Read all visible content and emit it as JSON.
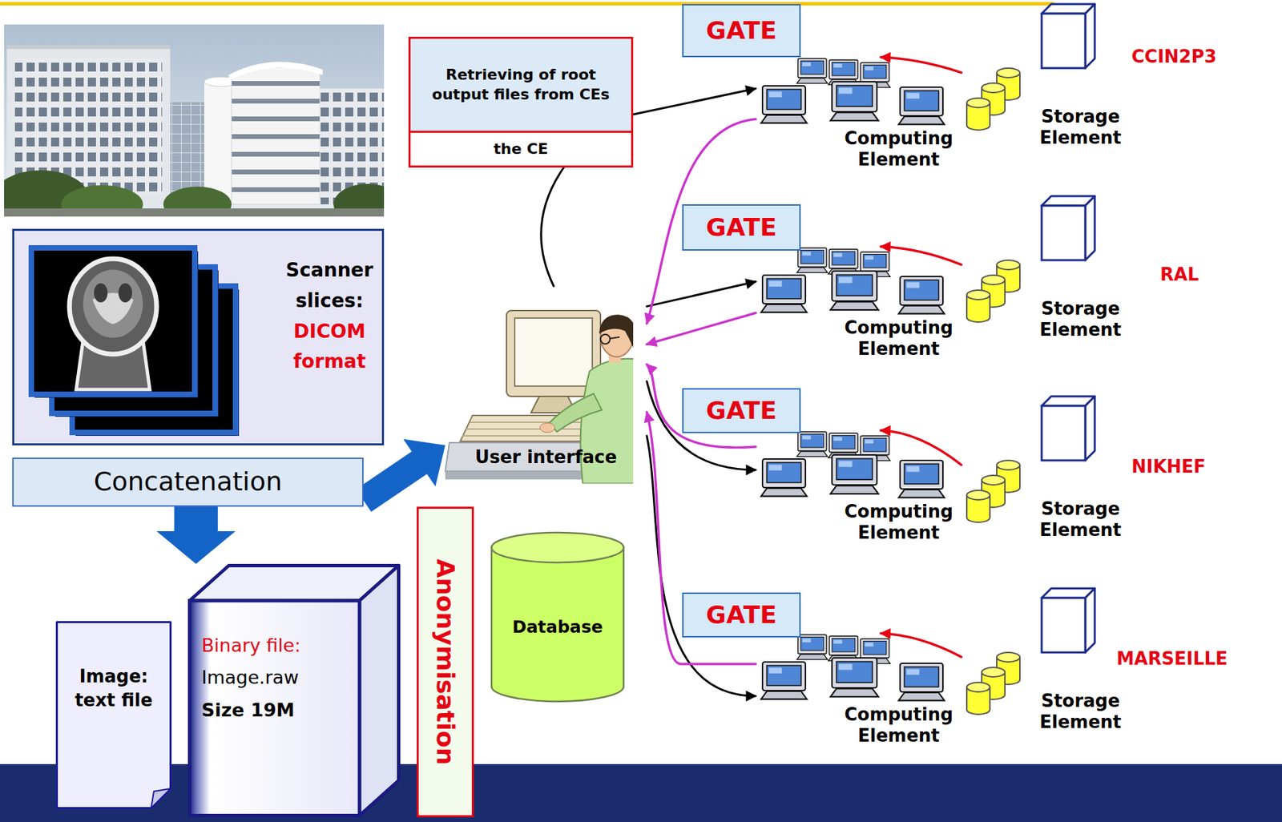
{
  "diagram": {
    "nodes": [
      {
        "text": [
          "Scanner slices:",
          "DICOM format"
        ]
      },
      {
        "text": [
          "Concatenation"
        ]
      },
      {
        "text": [
          "Image: text file"
        ]
      },
      {
        "text": [
          "Binary file:",
          "Image.raw",
          "Size 19M"
        ]
      },
      {
        "text": [
          "Retrieving of root output files from CEs",
          "the CE"
        ]
      },
      {
        "text": [
          "User interface"
        ]
      },
      {
        "text": [
          "Anonymisation"
        ]
      },
      {
        "text": [
          "Database"
        ]
      },
      {
        "text": [
          "GATE"
        ]
      },
      {
        "text": [
          "Computing Element"
        ]
      },
      {
        "text": [
          "Storage Element"
        ]
      },
      {
        "text": [
          "GATE"
        ]
      },
      {
        "text": [
          "Computing Element"
        ]
      },
      {
        "text": [
          "Storage Element"
        ]
      },
      {
        "text": [
          "GATE"
        ]
      },
      {
        "text": [
          "Computing Element"
        ]
      },
      {
        "text": [
          "Storage Element"
        ]
      },
      {
        "text": [
          "GATE"
        ]
      },
      {
        "text": [
          "Computing Element"
        ]
      },
      {
        "text": [
          "Storage Element"
        ]
      }
    ],
    "edges": [
      {
        "from": 1,
        "to": 5,
        "arrow": "to"
      },
      {
        "from": 1,
        "to": 3,
        "arrow": "to"
      },
      {
        "from": 5,
        "to": 4,
        "arrow": "none"
      },
      {
        "from": 4,
        "to": 9,
        "arrow": "to"
      },
      {
        "from": 5,
        "to": 12,
        "arrow": "to"
      },
      {
        "from": 5,
        "to": 15,
        "arrow": "to"
      },
      {
        "from": 5,
        "to": 18,
        "arrow": "to"
      },
      {
        "from": 9,
        "to": 5,
        "arrow": "to"
      },
      {
        "from": 12,
        "to": 5,
        "arrow": "to"
      },
      {
        "from": 15,
        "to": 5,
        "arrow": "to"
      },
      {
        "from": 18,
        "to": 5,
        "arrow": "to"
      },
      {
        "from": 10,
        "to": 9,
        "arrow": "to"
      },
      {
        "from": 13,
        "to": 12,
        "arrow": "to"
      },
      {
        "from": 16,
        "to": 15,
        "arrow": "to"
      },
      {
        "from": 19,
        "to": 18,
        "arrow": "to"
      }
    ],
    "labels": [
      "CCIN2P3",
      "RAL",
      "NIKHEF",
      "MARSEILLE"
    ]
  }
}
